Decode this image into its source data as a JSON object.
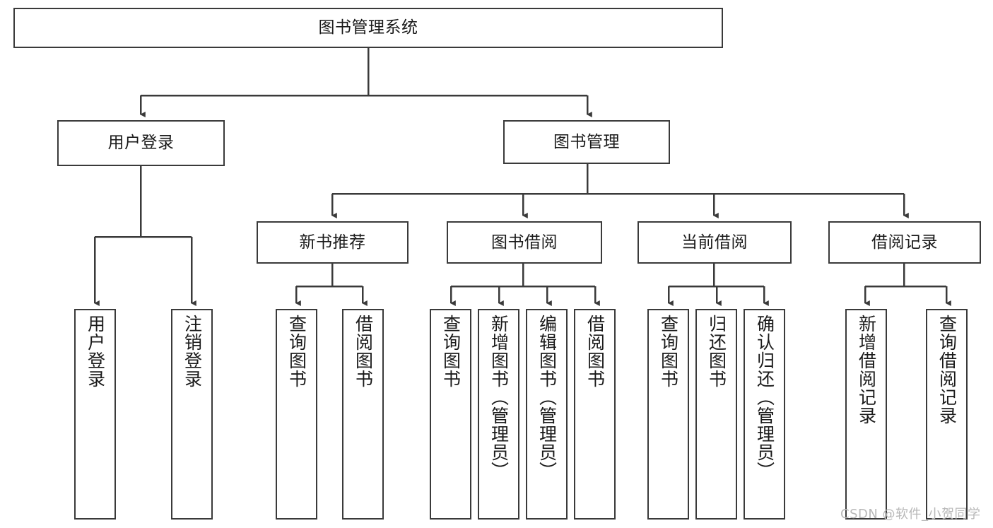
{
  "diagram": {
    "title": "图书管理系统",
    "type": "hierarchy-tree",
    "root": {
      "label": "图书管理系统"
    },
    "level1": [
      {
        "label": "用户登录"
      },
      {
        "label": "图书管理"
      }
    ],
    "level2": [
      {
        "label": "新书推荐"
      },
      {
        "label": "图书借阅"
      },
      {
        "label": "当前借阅"
      },
      {
        "label": "借阅记录"
      }
    ],
    "leaves": {
      "user_login": [
        {
          "label": "用户登录"
        },
        {
          "label": "注销登录"
        }
      ],
      "new_book_recommend": [
        {
          "label": "查询图书"
        },
        {
          "label": "借阅图书"
        }
      ],
      "book_borrow": [
        {
          "label": "查询图书"
        },
        {
          "label": "新增图书（管理员）"
        },
        {
          "label": "编辑图书（管理员）"
        },
        {
          "label": "借阅图书"
        }
      ],
      "current_borrow": [
        {
          "label": "查询图书"
        },
        {
          "label": "归还图书"
        },
        {
          "label": "确认归还（管理员）"
        }
      ],
      "borrow_records": [
        {
          "label": "新增借阅记录"
        },
        {
          "label": "查询借阅记录"
        }
      ]
    }
  },
  "watermark": {
    "text": "CSDN @软件_小贺同学"
  },
  "colors": {
    "stroke": "#3a3a3a",
    "fill": "#ffffff",
    "text": "#1a1a1a",
    "watermark": "#b8b8b8"
  }
}
